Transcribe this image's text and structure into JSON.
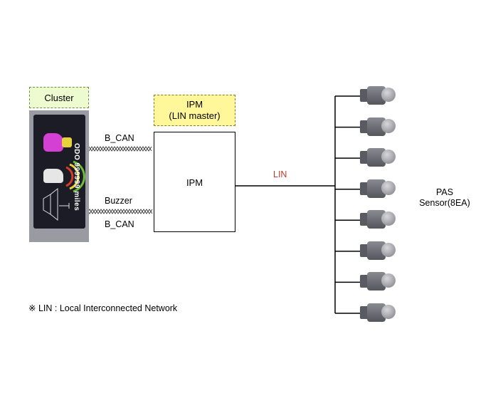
{
  "cluster": {
    "label": "Cluster",
    "odo_text": "ODO 999999 miles",
    "colors": {
      "panel": "#1c1c26",
      "purple_car": "#d43fd4",
      "yellow": "#e8d23a"
    }
  },
  "ipm_tag": {
    "line1": "IPM",
    "line2": "(LIN master)"
  },
  "ipm_box": {
    "label": "IPM"
  },
  "connections": {
    "can_top": "B_CAN",
    "buzzer": "Buzzer",
    "can_bottom": "B_CAN",
    "lin": "LIN",
    "lin_color": "#c0392b"
  },
  "sensors": {
    "label_line1": "PAS",
    "label_line2": "Sensor(8EA)",
    "count": 8
  },
  "footnote": "※ LIN : Local Interconnected Network"
}
